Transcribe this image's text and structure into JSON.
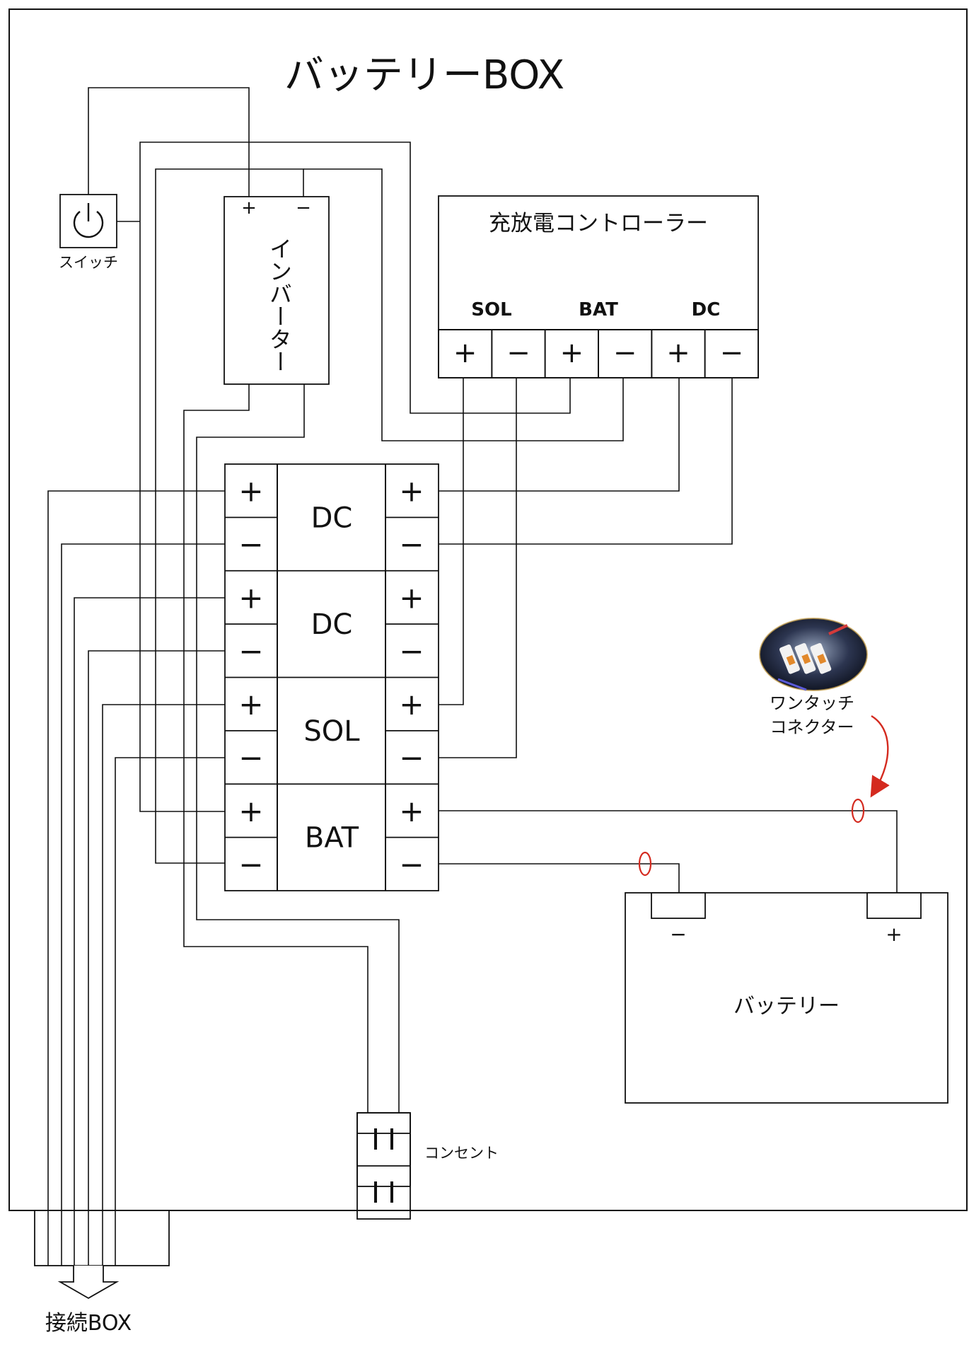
{
  "title": "バッテリーBOX",
  "switch": {
    "label": "スイッチ",
    "icon": "power-icon"
  },
  "inverter": {
    "label": "インバーター",
    "plus": "+",
    "minus": "−"
  },
  "controller": {
    "title": "充放電コントローラー",
    "groups": [
      "SOL",
      "BAT",
      "DC"
    ],
    "terminals": [
      "+",
      "−",
      "+",
      "−",
      "+",
      "−"
    ]
  },
  "terminal_block": {
    "sections": [
      {
        "label": "DC",
        "plus": "+",
        "minus": "−"
      },
      {
        "label": "DC",
        "plus": "+",
        "minus": "−"
      },
      {
        "label": "SOL",
        "plus": "+",
        "minus": "−"
      },
      {
        "label": "BAT",
        "plus": "+",
        "minus": "−"
      }
    ]
  },
  "connector": {
    "label_line1": "ワンタッチ",
    "label_line2": "コネクター",
    "accent": "#d42a1f"
  },
  "battery": {
    "label": "バッテリー",
    "minus": "−",
    "plus": "+"
  },
  "outlet": {
    "label": "コンセント"
  },
  "output": {
    "label": "接続BOX"
  }
}
